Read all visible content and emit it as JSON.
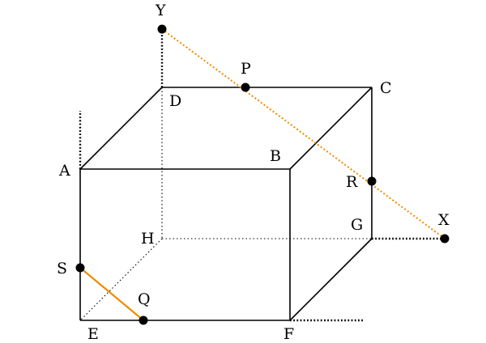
{
  "colors": {
    "edge": "#000000",
    "section": "#f08a00",
    "point": "#000000",
    "background": "#ffffff"
  },
  "vertices": {
    "A": "A",
    "B": "B",
    "C": "C",
    "D": "D",
    "E": "E",
    "F": "F",
    "G": "G",
    "H": "H"
  },
  "points": {
    "P": "P",
    "Q": "Q",
    "R": "R",
    "S": "S",
    "X": "X",
    "Y": "Y"
  }
}
